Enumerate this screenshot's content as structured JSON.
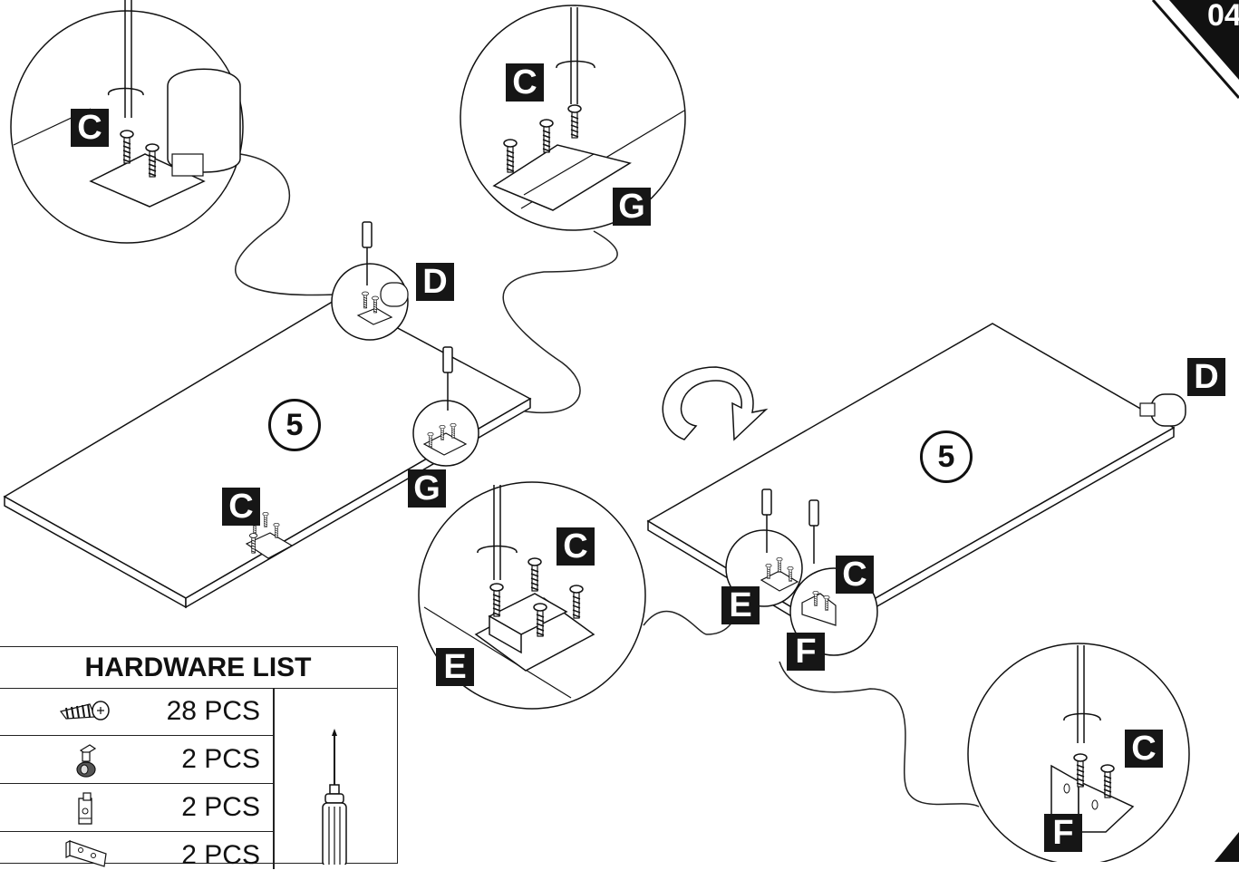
{
  "page_number": "04",
  "panel_number": "5",
  "labels": {
    "C": "C",
    "D": "D",
    "E": "E",
    "F": "F",
    "G": "G"
  },
  "hardware_list": {
    "title": "HARDWARE  LIST",
    "items": [
      {
        "icon": "screw-icon",
        "qty": "28 PCS"
      },
      {
        "icon": "caster-wheel-icon",
        "qty": "2 PCS"
      },
      {
        "icon": "latch-block-icon",
        "qty": "2 PCS"
      },
      {
        "icon": "bracket-icon",
        "qty": "2 PCS"
      }
    ],
    "tool_icon": "screwdriver-icon"
  }
}
